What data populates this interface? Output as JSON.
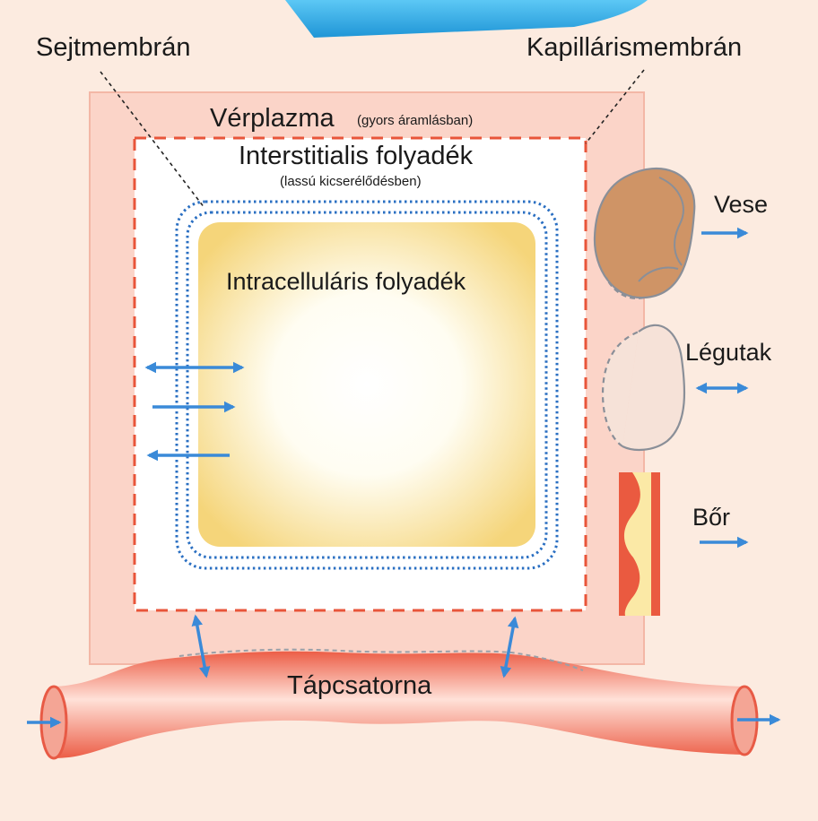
{
  "labels": {
    "cell_membrane": "Sejtmembrán",
    "capillary_membrane": "Kapillárismembrán",
    "plasma": "Vérplazma",
    "plasma_note": "(gyors áramlásban)",
    "interstitial": "Interstitialis folyadék",
    "interstitial_note": "(lassú kicserélődésben)",
    "intracellular": "Intracelluláris folyadék",
    "kidney": "Vese",
    "airways": "Légutak",
    "skin": "Bőr",
    "gut": "Tápcsatorna"
  },
  "colors": {
    "background": "#fcebe0",
    "plasma": "#fbd4c8",
    "capillary_line": "#e8553a",
    "cell_line": "#2a6fc2",
    "arrow": "#3a8ad8",
    "kidney": "#cf9466",
    "gut": "#ee6b55",
    "intracellular_edge": "#f6d77a",
    "callout": "#2ea4e0"
  }
}
